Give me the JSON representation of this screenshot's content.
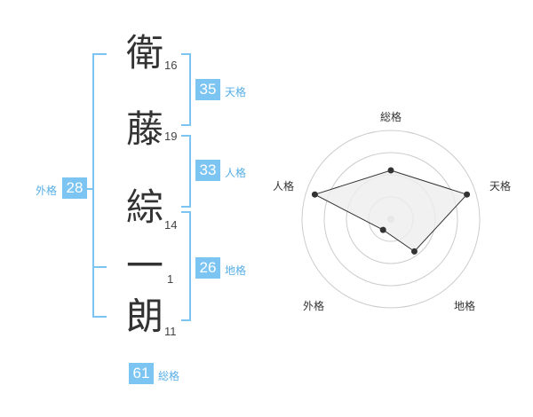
{
  "name": {
    "characters": [
      {
        "char": "衛",
        "strokes": "16"
      },
      {
        "char": "藤",
        "strokes": "19"
      },
      {
        "char": "綜",
        "strokes": "14"
      },
      {
        "char": "一",
        "strokes": "1"
      },
      {
        "char": "朗",
        "strokes": "11"
      }
    ]
  },
  "fortunes": {
    "tenkaku": {
      "label": "天格",
      "value": "35"
    },
    "jinkaku": {
      "label": "人格",
      "value": "33"
    },
    "chikaku": {
      "label": "地格",
      "value": "26"
    },
    "gaikaku": {
      "label": "外格",
      "value": "28"
    },
    "soukaku": {
      "label": "総格",
      "value": "61"
    }
  },
  "colors": {
    "accent": "#7cc4f2",
    "accent_text": "#56aee6",
    "radar_fill": "#eeeeee"
  },
  "chart_data": {
    "type": "radar",
    "axes": [
      "総格",
      "天格",
      "地格",
      "外格",
      "人格"
    ],
    "values": [
      0.55,
      0.9,
      0.45,
      0.15,
      0.9
    ],
    "max": 1,
    "rings": 4
  }
}
